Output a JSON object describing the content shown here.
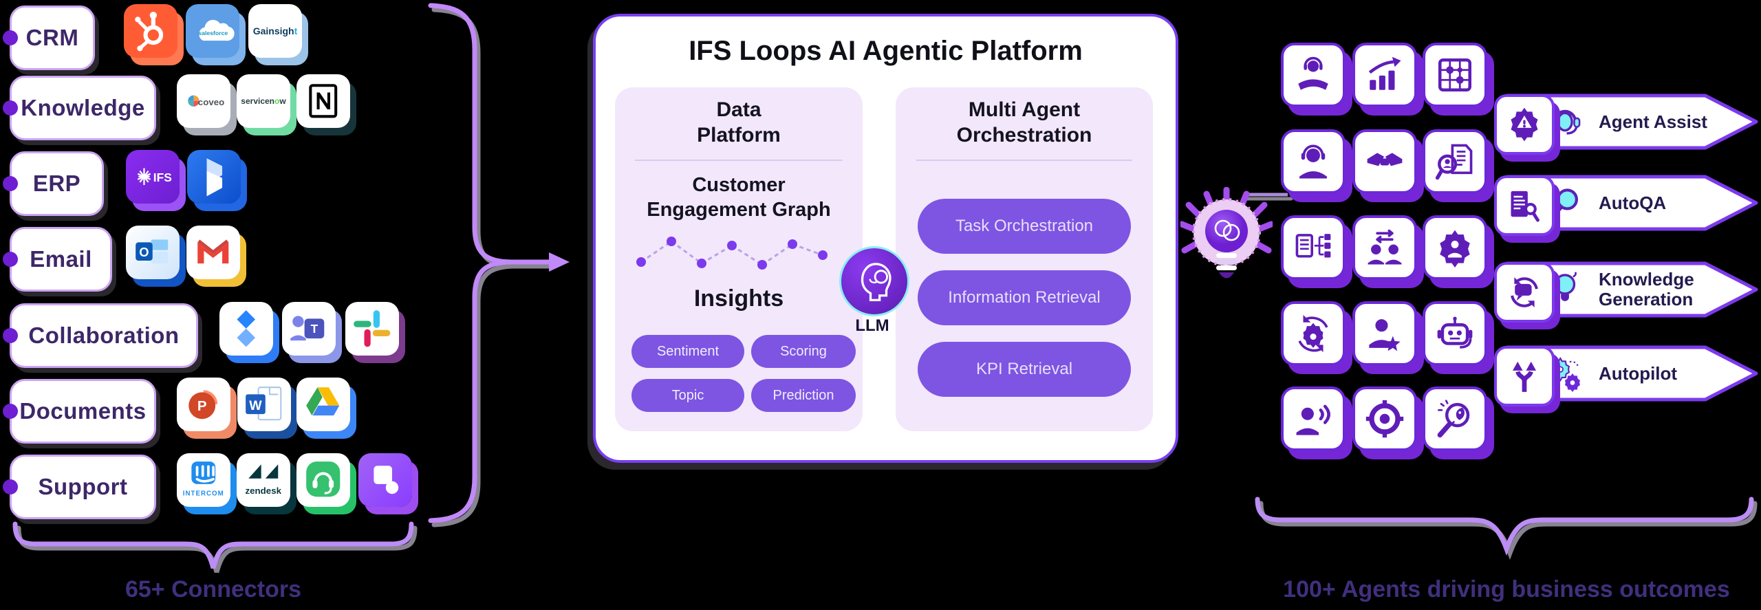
{
  "colors": {
    "accent_purple": "#7c3aed",
    "light_purple_line": "#c289f8",
    "box_border": "#cda4f2",
    "category_text": "#3d2768",
    "platform_border": "#7a3ff0",
    "panel_fill": "#f3e7fc",
    "pill_fill": "#7d55e2",
    "icon_purple": "#6d28d9",
    "cyan_accent": "#7ff0f6",
    "caption_text": "#40307e",
    "title_text": "#101018"
  },
  "left_panel": {
    "caption": "65+ Connectors",
    "rows": [
      {
        "label": "CRM",
        "apps": [
          {
            "name": "HubSpot",
            "icon": "hubspot",
            "bg": "#ff5c35",
            "shadow": "#ff7a52"
          },
          {
            "name": "Salesforce",
            "icon": "salesforce",
            "bg": "#5d9ee6",
            "shadow": "#7fb4ec"
          },
          {
            "name": "Gainsight",
            "icon": "gainsight",
            "bg": "#ffffff",
            "shadow": "#9cc3e8"
          }
        ]
      },
      {
        "label": "Knowledge",
        "apps": [
          {
            "name": "Coveo",
            "icon": "coveo",
            "bg": "#ffffff",
            "shadow": "#a9adb8"
          },
          {
            "name": "ServiceNow",
            "icon": "servicenow",
            "bg": "#ffffff",
            "shadow": "#71dba4"
          },
          {
            "name": "Notion",
            "icon": "notion",
            "bg": "#ffffff",
            "shadow": "#17343a"
          }
        ]
      },
      {
        "label": "ERP",
        "apps": [
          {
            "name": "IFS",
            "icon": "ifs",
            "bg": "linear-gradient(135deg,#8a2cf0,#6d1fd1)",
            "shadow": "#9b53f5"
          },
          {
            "name": "Microsoft Dynamics 365",
            "icon": "dynamics",
            "bg": "linear-gradient(135deg,#2e7bf0,#0d4ecc)",
            "shadow": "#2266e3"
          }
        ]
      },
      {
        "label": "Email",
        "apps": [
          {
            "name": "Outlook",
            "icon": "outlook",
            "bg": "linear-gradient(135deg,#ffffff,#cfe4fb)",
            "shadow": "#1255c4"
          },
          {
            "name": "Gmail",
            "icon": "gmail",
            "bg": "#ffffff",
            "shadow": "#f2c037"
          }
        ]
      },
      {
        "label": "Collaboration",
        "apps": [
          {
            "name": "Jira",
            "icon": "jira",
            "bg": "#ffffff",
            "shadow": "#2f7df6"
          },
          {
            "name": "Microsoft Teams",
            "icon": "teams",
            "bg": "#ffffff",
            "shadow": "#8d97e8"
          },
          {
            "name": "Slack",
            "icon": "slack",
            "bg": "#ffffff",
            "shadow": "#7d3b8e"
          }
        ]
      },
      {
        "label": "Documents",
        "apps": [
          {
            "name": "PowerPoint",
            "icon": "powerpoint",
            "bg": "#ffffff",
            "shadow": "#f08a66"
          },
          {
            "name": "Word",
            "icon": "word",
            "bg": "#ffffff",
            "shadow": "#1b4fa0"
          },
          {
            "name": "Google Drive",
            "icon": "drive",
            "bg": "#ffffff",
            "shadow": "#3d86f5"
          }
        ]
      },
      {
        "label": "Support",
        "apps": [
          {
            "name": "Intercom",
            "icon": "intercom",
            "bg": "#ffffff",
            "shadow": "#1f8ded"
          },
          {
            "name": "Zendesk",
            "icon": "zendesk",
            "bg": "#ffffff",
            "shadow": "#07363d"
          },
          {
            "name": "Freshdesk",
            "icon": "freshdesk",
            "bg": "#ffffff",
            "shadow": "#27c268"
          },
          {
            "name": "Front",
            "icon": "front",
            "bg": "linear-gradient(135deg,#a163f5,#8b3dff)",
            "shadow": "#9d4ef0"
          }
        ]
      }
    ]
  },
  "platform": {
    "title": "IFS Loops AI Agentic Platform",
    "data_platform": {
      "heading_line1": "Data",
      "heading_line2": "Platform",
      "subheading_line1": "Customer",
      "subheading_line2": "Engagement Graph",
      "sparkline_points": [
        [
          8,
          42
        ],
        [
          52,
          12
        ],
        [
          96,
          44
        ],
        [
          140,
          18
        ],
        [
          184,
          46
        ],
        [
          228,
          16
        ],
        [
          272,
          32
        ]
      ],
      "insights_label": "Insights",
      "tags": [
        "Sentiment",
        "Scoring",
        "Topic",
        "Prediction"
      ]
    },
    "llm_label": "LLM",
    "orchestration": {
      "heading_line1": "Multi Agent",
      "heading_line2": "Orchestration",
      "buttons": [
        "Task Orchestration",
        "Information Retrieval",
        "KPI Retrieval"
      ]
    }
  },
  "agents_grid": {
    "icons": [
      {
        "name": "customer-care"
      },
      {
        "name": "growth-analytics"
      },
      {
        "name": "network-grid"
      },
      {
        "name": "support-agent"
      },
      {
        "name": "handshake"
      },
      {
        "name": "profile-search"
      },
      {
        "name": "document-workflow"
      },
      {
        "name": "agent-handoff"
      },
      {
        "name": "user-settings"
      },
      {
        "name": "process-automation"
      },
      {
        "name": "top-performer"
      },
      {
        "name": "ai-chatbot"
      },
      {
        "name": "voice-engagement"
      },
      {
        "name": "goal-targeting"
      },
      {
        "name": "opportunity-discovery"
      }
    ]
  },
  "outcomes": {
    "caption": "100+ Agents driving business outcomes",
    "banners": [
      {
        "label": "Agent Assist",
        "lead_icon": "gear-alert",
        "icon": "headset-cyan"
      },
      {
        "label": "AutoQA",
        "lead_icon": "doc-review",
        "icon": "magnifier-cyan"
      },
      {
        "label": "Knowledge Generation",
        "lead_icon": "chat-refresh",
        "icon": "bulb-cyan"
      },
      {
        "label": "Autopilot",
        "lead_icon": "branch-arrows",
        "icon": "gears-cyan"
      }
    ]
  }
}
